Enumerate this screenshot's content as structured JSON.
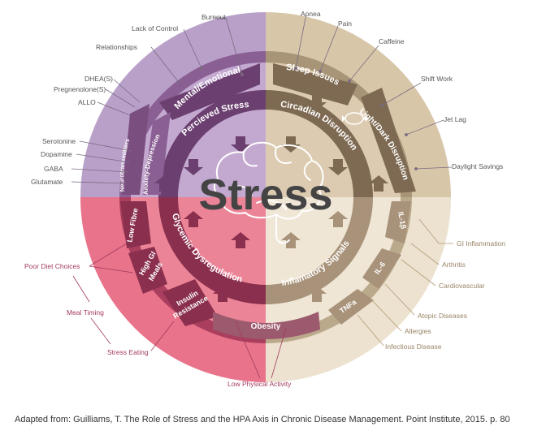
{
  "center": {
    "title": "Stress"
  },
  "colors": {
    "purple_outer": "#b9a0c9",
    "purple_mid": "#8a5f93",
    "purple_dark": "#6b3f6f",
    "tan_outer": "#d8c6a9",
    "tan_mid": "#a89577",
    "tan_dark": "#7e6a52",
    "pink_outer": "#e8738a",
    "pink_mid": "#a93e5e",
    "pink_dark": "#8a2f4e",
    "cream_outer": "#ece2cf",
    "cream_mid": "#bba98c",
    "cream_dark": "#a8937a",
    "label_dark": "#555555",
    "label_pink": "#a33a5f",
    "label_tan": "#9a8466"
  },
  "quadrants": {
    "mental_emotional": {
      "main": "Mental/Emotional",
      "inner": "Percieved Stress",
      "sub": [
        "Anxiety-Depression",
        "Neurotransmitters"
      ]
    },
    "sleep": {
      "main": "Sleep Issues",
      "inner": "Circadian Disruption",
      "sub": [
        "Light/Dark Disruption"
      ]
    },
    "glycemic": {
      "main": "Glycemic Dysregulation",
      "sub": [
        "Low Fibre",
        "High GI",
        "Meals",
        "Insulin",
        "Resistance",
        "Obesity"
      ]
    },
    "inflammatory": {
      "main": "Inflamatory Signals",
      "sub": [
        "IL-1β",
        "IL-6",
        "TNFa"
      ]
    }
  },
  "labels": {
    "burnout": "Burnout",
    "lack_of_control": "Lack of Control",
    "relationships": "Relationships",
    "dhea": "DHEA(S)",
    "pregnenolone": "Pregnenolone(S)",
    "allo": "ALLO",
    "serotonine": "Serotonine",
    "dopamine": "Dopamine",
    "gaba": "GABA",
    "glutamate": "Glutamate",
    "apnea": "Apnea",
    "pain": "Pain",
    "caffeine": "Caffeine",
    "shift_work": "Shift Work",
    "jet_lag": "Jet Lag",
    "daylight_savings": "Daylight Savings",
    "gi_inflammation": "GI Inflammation",
    "arthritis": "Arthritis",
    "cardiovascular": "Cardiovascular",
    "atopic_diseases": "Atopic Diseases",
    "allergies": "Allergies",
    "infectious_disease": "Infectious Disease",
    "poor_diet": "Poor Diet Choices",
    "meal_timing": "Meal Timing",
    "stress_eating": "Stress Eating",
    "low_physical_activity": "Low Physical Activity"
  },
  "caption": "Adapted from: Guilliams, T. The Role of Stress and the HPA Axis in Chronic Disease Management. Point Institute, 2015. p. 80"
}
